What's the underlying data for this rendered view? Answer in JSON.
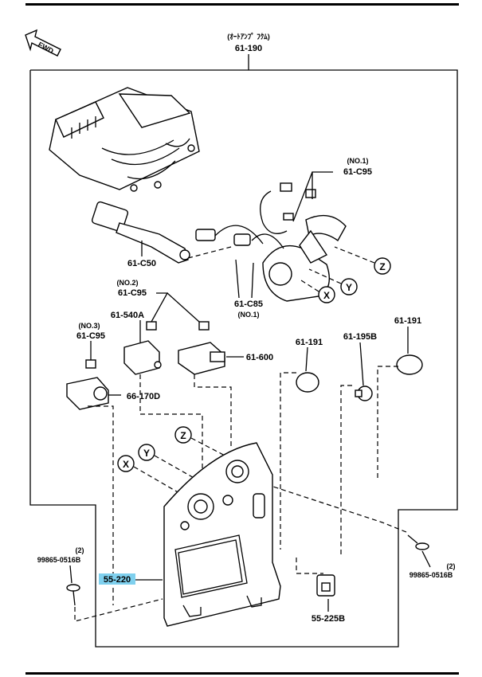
{
  "diagram": {
    "front_marker": "FWD",
    "top_part": {
      "note": "(ｵｰﾄｱﾝﾌﾟ ﾌｸﾑ)",
      "code": "61-190"
    },
    "labels": {
      "c95_no1": {
        "note": "(NO.1)",
        "code": "61-C95"
      },
      "c50": "61-C50",
      "c95_no2": {
        "note": "(NO.2)",
        "code": "61-C95"
      },
      "c85": {
        "code": "61-C85",
        "note": "(NO.1)"
      },
      "s540a": "61-540A",
      "c95_no3": {
        "note": "(NO.3)",
        "code": "61-C95"
      },
      "s600": "61-600",
      "s170d": "66-170D",
      "s191a": "61-191",
      "s195b": "61-195B",
      "s191b": "61-191",
      "screw_left": {
        "qty": "(2)",
        "code": "99865-0516B"
      },
      "screw_right": {
        "qty": "(2)",
        "code": "99865-0516B"
      },
      "panel": "55-220",
      "s225b": "55-225B"
    },
    "markers": {
      "x": "X",
      "y": "Y",
      "z": "Z"
    },
    "highlight_color": "#7fd0ee"
  }
}
